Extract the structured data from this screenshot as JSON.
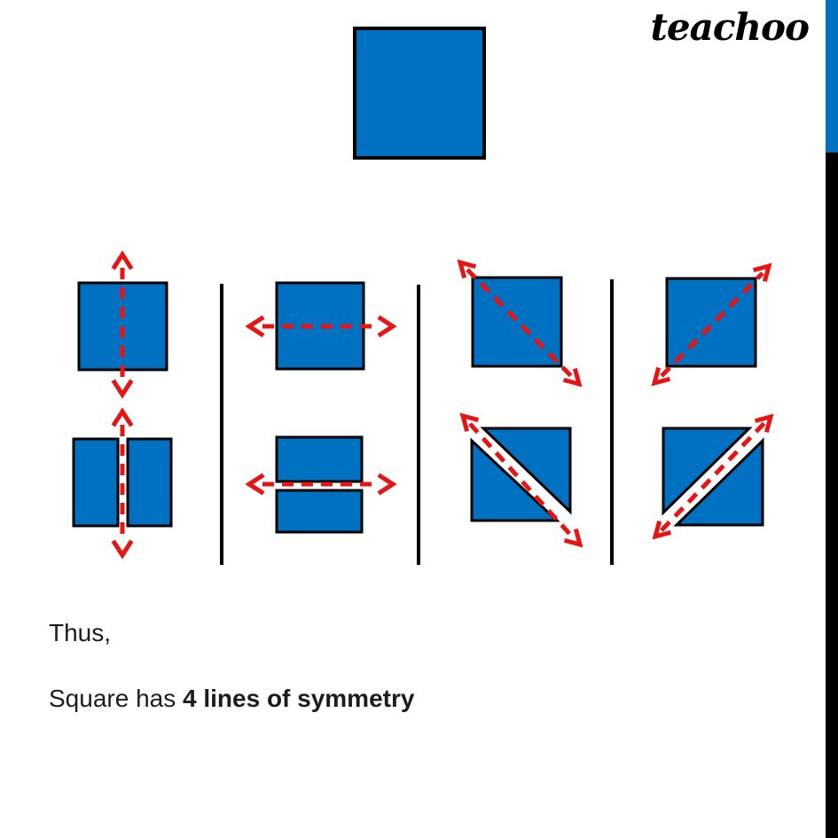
{
  "logo": {
    "text": "teachoo"
  },
  "colors": {
    "shape_blue": "#0070C0",
    "line_red": "#E81313",
    "ink": "#000000",
    "text_ink": "#1C1C1C"
  },
  "conclusion": {
    "line1": "Thus,",
    "line2_normal": "Square has ",
    "line2_bold": "4 lines of symmetry"
  }
}
